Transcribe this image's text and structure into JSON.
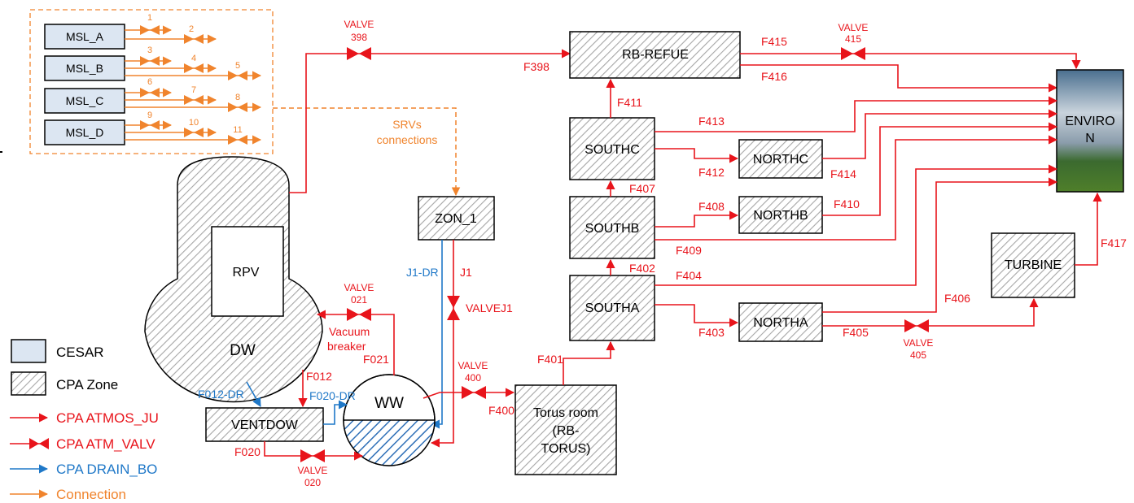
{
  "cesar": {
    "msl_a": "MSL_A",
    "msl_b": "MSL_B",
    "msl_c": "MSL_C",
    "msl_d": "MSL_D"
  },
  "srv_numbers": [
    "1",
    "2",
    "3",
    "4",
    "5",
    "6",
    "7",
    "8",
    "9",
    "10",
    "11"
  ],
  "srv_label_1": "SRVs",
  "srv_label_2": "connections",
  "zones": {
    "rpv": "RPV",
    "dw": "DW",
    "ww": "WW",
    "ventdow": "VENTDOW",
    "zon1": "ZON_1",
    "torus_1": "Torus room",
    "torus_2": "(RB-",
    "torus_3": "TORUS)",
    "rbrefue": "RB-REFUE",
    "southc": "SOUTHC",
    "southb": "SOUTHB",
    "southa": "SOUTHA",
    "northc": "NORTHC",
    "northb": "NORTHB",
    "northa": "NORTHA",
    "turbine": "TURBINE",
    "environ_1": "ENVIRO",
    "environ_2": "N"
  },
  "valves": {
    "v398_1": "VALVE",
    "v398_2": "398",
    "v415_1": "VALVE",
    "v415_2": "415",
    "v021_1": "VALVE",
    "v021_2": "021",
    "vacuum_1": "Vacuum",
    "vacuum_2": "breaker",
    "v400_1": "VALVE",
    "v400_2": "400",
    "v020_1": "VALVE",
    "v020_2": "020",
    "v405_1": "VALVE",
    "v405_2": "405",
    "vj1": "VALVEJ1"
  },
  "flows": {
    "f398": "F398",
    "f415": "F415",
    "f416": "F416",
    "f411": "F411",
    "f413": "F413",
    "f412": "F412",
    "f414": "F414",
    "f407": "F407",
    "f408": "F408",
    "f410": "F410",
    "f409": "F409",
    "f402": "F402",
    "f404": "F404",
    "f406": "F406",
    "f403": "F403",
    "f405": "F405",
    "f401": "F401",
    "f400": "F400",
    "f417": "F417",
    "f021": "F021",
    "f012": "F012",
    "f020": "F020",
    "j1": "J1"
  },
  "drains": {
    "j1dr": "J1-DR",
    "f012dr": "F012-DR",
    "f020dr": "F020-DR"
  },
  "legend": {
    "cesar": "CESAR",
    "cpa_zone": "CPA Zone",
    "atmos_ju": "CPA ATMOS_JU",
    "atm_valv": "CPA ATM_VALV",
    "drain_bo": "CPA DRAIN_BO",
    "connection": "Connection"
  },
  "colors": {
    "red": "#e8141b",
    "blue": "#1f78c8",
    "orange": "#f0842d",
    "cesar_fill": "#dce6f2",
    "water": "#2e6fb7"
  }
}
